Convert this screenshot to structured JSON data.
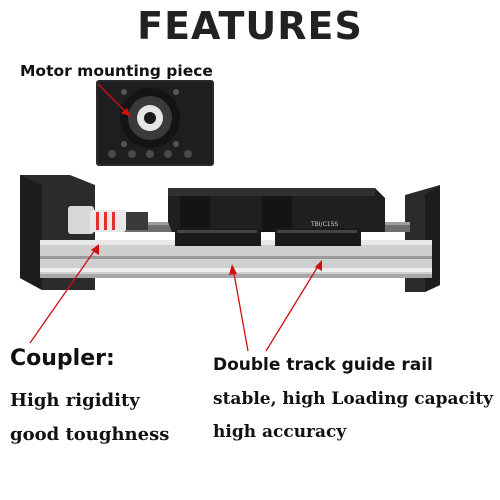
{
  "title": "FEATURES",
  "callouts": {
    "motor": "Motor mounting piece",
    "coupler": {
      "title": "Coupler:",
      "lines": [
        "High rigidity",
        "good toughness"
      ]
    },
    "rail": {
      "lines": [
        "Double track guide rail",
        "stable, high Loading capacity",
        "high accuracy"
      ]
    }
  },
  "product": {
    "slider_marking": "TBI/C15S"
  },
  "colors": {
    "text": "#111111",
    "title": "#222222",
    "arrow": "#d01010",
    "plate": "#2a2a2c",
    "rail": "#c9c9c9"
  }
}
